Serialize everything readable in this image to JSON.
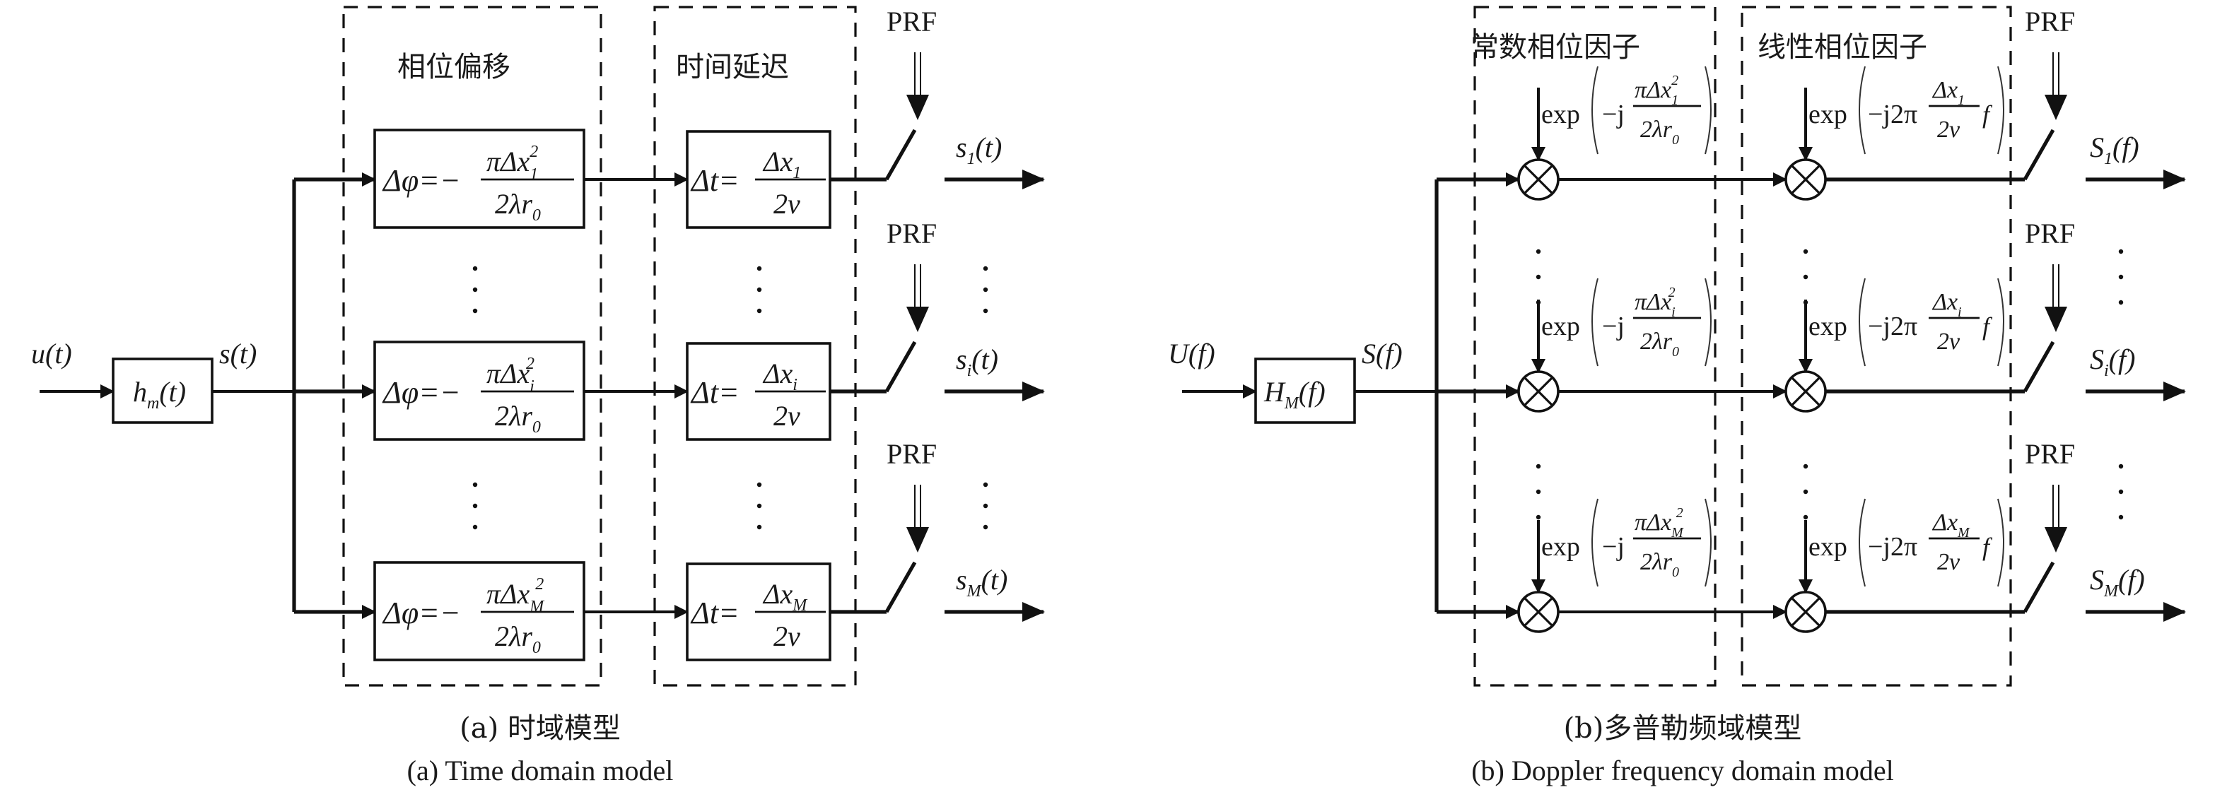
{
  "figure": {
    "panel_a": {
      "input_label": "u(t)",
      "filter": {
        "symbol": "h",
        "subscript": "m",
        "arg": "(t)"
      },
      "filter_output_label": "s(t)",
      "group_phase_title": "相位偏移",
      "group_delay_title": "时间延迟",
      "switch_control_label": "PRF",
      "branches": [
        {
          "phase_num": "πΔx",
          "phase_sub": "1",
          "phase_sup": "2",
          "phase_den": "2λr",
          "phase_den_sub": "0",
          "delay_num": "Δx",
          "delay_sub": "1",
          "delay_den": "2v",
          "out": "s",
          "out_sub": "1",
          "out_arg": "(t)"
        },
        {
          "phase_num": "πΔx",
          "phase_sub": "i",
          "phase_sup": "2",
          "phase_den": "2λr",
          "phase_den_sub": "0",
          "delay_num": "Δx",
          "delay_sub": "i",
          "delay_den": "2v",
          "out": "s",
          "out_sub": "i",
          "out_arg": "(t)"
        },
        {
          "phase_num": "πΔx",
          "phase_sub": "M",
          "phase_sup": "2",
          "phase_den": "2λr",
          "phase_den_sub": "0",
          "delay_num": "Δx",
          "delay_sub": "M",
          "delay_den": "2v",
          "out": "s",
          "out_sub": "M",
          "out_arg": "(t)"
        }
      ],
      "phase_lhs": "Δφ=−",
      "delay_lhs": "Δt=",
      "caption_cn": "(a) 时域模型",
      "caption_en": "(a) Time domain model"
    },
    "panel_b": {
      "input_label": "U(f)",
      "filter": {
        "symbol": "H",
        "subscript": "M",
        "arg": "(f)"
      },
      "filter_output_label": "S(f)",
      "group_const_title": "常数相位因子",
      "group_linear_title": "线性相位因子",
      "switch_control_label": "PRF",
      "exp_prefix": "exp",
      "const_factor_prefix": "−j",
      "linear_factor_prefix": "−j2π",
      "linear_factor_suffix": "f",
      "branches": [
        {
          "const_num": "πΔx",
          "const_sub": "1",
          "const_sup": "2",
          "const_den": "2λr",
          "const_den_sub": "0",
          "lin_num": "Δx",
          "lin_sub": "1",
          "lin_den": "2v",
          "out": "S",
          "out_sub": "1",
          "out_arg": "(f)"
        },
        {
          "const_num": "πΔx",
          "const_sub": "i",
          "const_sup": "2",
          "const_den": "2λr",
          "const_den_sub": "0",
          "lin_num": "Δx",
          "lin_sub": "i",
          "lin_den": "2v",
          "out": "S",
          "out_sub": "i",
          "out_arg": "(f)"
        },
        {
          "const_num": "πΔx",
          "const_sub": "M",
          "const_sup": "2",
          "const_den": "2λr",
          "const_den_sub": "0",
          "lin_num": "Δx",
          "lin_sub": "M",
          "lin_den": "2v",
          "out": "S",
          "out_sub": "M",
          "out_arg": "(f)"
        }
      ],
      "caption_cn": "(b)多普勒频域模型",
      "caption_en": "(b) Doppler frequency domain model"
    }
  }
}
